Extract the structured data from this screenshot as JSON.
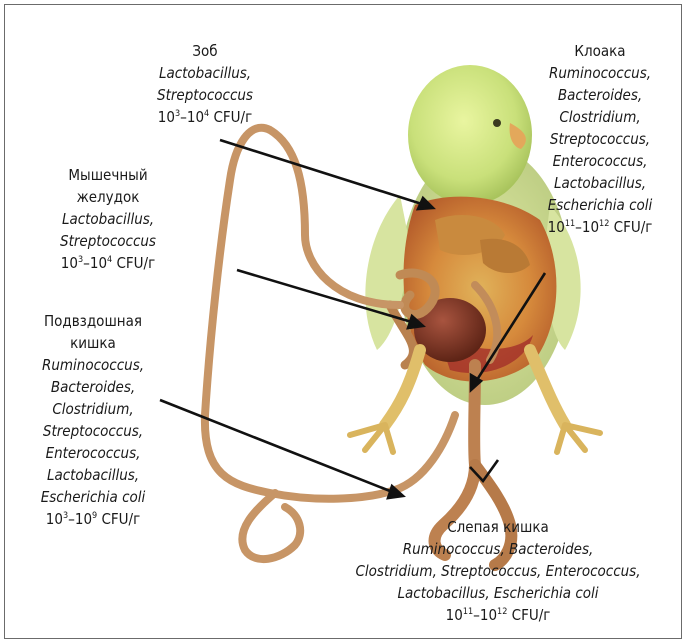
{
  "regions": {
    "crop": {
      "name": "Зоб",
      "bacteria_lines": [
        "Lactobacillus,",
        "Streptococcus"
      ],
      "count": {
        "base1": "10",
        "exp1": "3",
        "sep": "–",
        "base2": "10",
        "exp2": "4",
        "unit": " CFU/г"
      }
    },
    "gizzard": {
      "name_lines": [
        "Мышечный",
        "желудок"
      ],
      "bacteria_lines": [
        "Lactobacillus,",
        "Streptococcus"
      ],
      "count": {
        "base1": "10",
        "exp1": "3",
        "sep": "–",
        "base2": "10",
        "exp2": "4",
        "unit": " CFU/г"
      }
    },
    "ileum": {
      "name_lines": [
        "Подвздошная",
        "кишка"
      ],
      "bacteria_lines": [
        "Ruminococcus,",
        "Bacteroides,",
        "Clostridium,",
        "Streptococcus,",
        "Enterococcus,",
        "Lactobacillus,",
        "Escherichia coli"
      ],
      "count": {
        "base1": "10",
        "exp1": "3",
        "sep": "–",
        "base2": "10",
        "exp2": "9",
        "unit": " CFU/г"
      }
    },
    "cloaca": {
      "name": "Клоака",
      "bacteria_lines": [
        "Ruminococcus,",
        "Bacteroides,",
        "Clostridium,",
        "Streptococcus,",
        "Enterococcus,",
        "Lactobacillus,",
        "Escherichia coli"
      ],
      "count": {
        "base1": "10",
        "exp1": "11",
        "sep": "–",
        "base2": "10",
        "exp2": "12",
        "unit": " CFU/г"
      }
    },
    "caecum": {
      "name": "Слепая кишка",
      "bacteria_lines": [
        "Ruminococcus, Bacteroides,",
        "Clostridium, Streptococcus, Enterococcus,",
        "Lactobacillus, Escherichia coli"
      ],
      "count": {
        "base1": "10",
        "exp1": "11",
        "sep": "–",
        "base2": "10",
        "exp2": "12",
        "unit": " CFU/г"
      }
    }
  }
}
